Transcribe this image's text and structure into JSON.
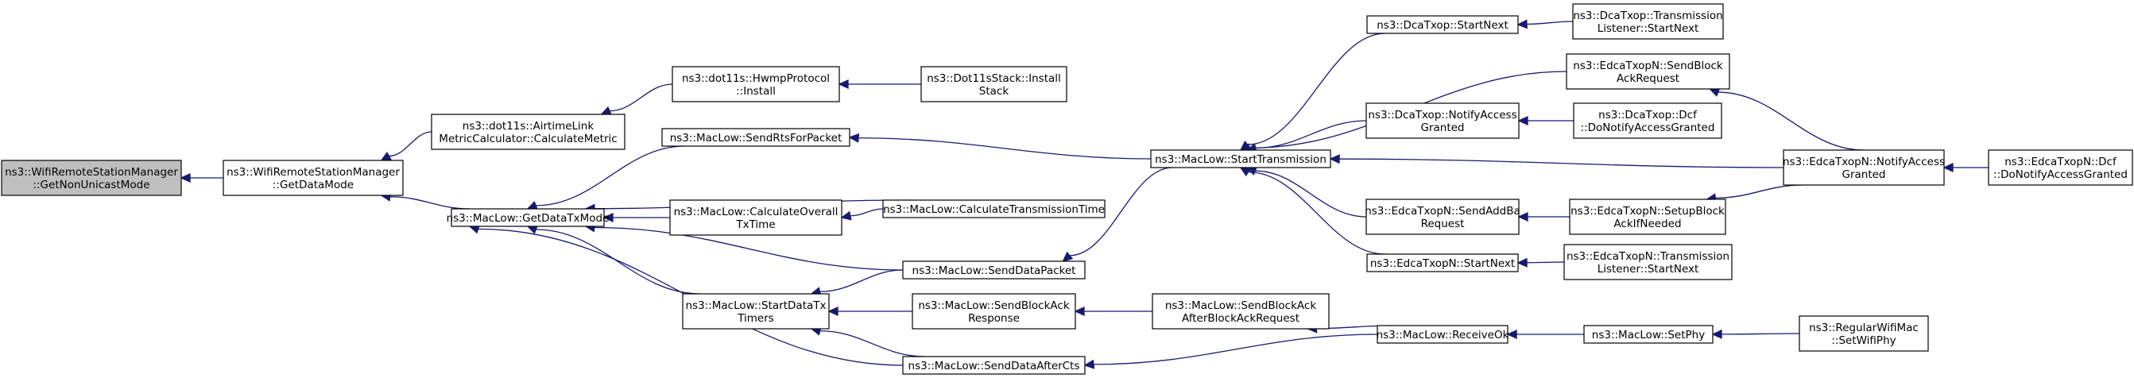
{
  "graph": {
    "colors": {
      "edge": "#191970",
      "root_fill": "#bfbfbf",
      "node_fill": "#ffffff",
      "border": "#000000"
    },
    "nodes": [
      {
        "id": "getNonUnicastMode",
        "lines": [
          "ns3::WifiRemoteStationManager",
          "::GetNonUnicastMode"
        ],
        "root": true
      },
      {
        "id": "getDataMode",
        "lines": [
          "ns3::WifiRemoteStationManager",
          "::GetDataMode"
        ]
      },
      {
        "id": "airtime",
        "lines": [
          "ns3::dot11s::AirtimeLink",
          "MetricCalculator::CalculateMetric"
        ]
      },
      {
        "id": "getDataTxMode",
        "lines": [
          "ns3::MacLow::GetDataTxMode"
        ]
      },
      {
        "id": "hwmpInstall",
        "lines": [
          "ns3::dot11s::HwmpProtocol",
          "::Install"
        ]
      },
      {
        "id": "stackInstall",
        "lines": [
          "ns3::Dot11sStack::Install",
          "Stack"
        ]
      },
      {
        "id": "sendRts",
        "lines": [
          "ns3::MacLow::SendRtsForPacket"
        ]
      },
      {
        "id": "calcOverall",
        "lines": [
          "ns3::MacLow::CalculateOverall",
          "TxTime"
        ]
      },
      {
        "id": "calcTransTime",
        "lines": [
          "ns3::MacLow::CalculateTransmissionTime"
        ]
      },
      {
        "id": "sendDataPacket",
        "lines": [
          "ns3::MacLow::SendDataPacket"
        ]
      },
      {
        "id": "startDataTx",
        "lines": [
          "ns3::MacLow::StartDataTx",
          "Timers"
        ]
      },
      {
        "id": "sendBlockAckResp",
        "lines": [
          "ns3::MacLow::SendBlockAck",
          "Response"
        ]
      },
      {
        "id": "sendDataAfterCts",
        "lines": [
          "ns3::MacLow::SendDataAfterCts"
        ]
      },
      {
        "id": "startTransmission",
        "lines": [
          "ns3::MacLow::StartTransmission"
        ]
      },
      {
        "id": "sendBlockAckAfter",
        "lines": [
          "ns3::MacLow::SendBlockAck",
          "AfterBlockAckRequest"
        ]
      },
      {
        "id": "dcaStartNext",
        "lines": [
          "ns3::DcaTxop::StartNext"
        ]
      },
      {
        "id": "edcaSendBlockAckReq",
        "lines": [
          "ns3::EdcaTxopN::SendBlock",
          "AckRequest"
        ]
      },
      {
        "id": "dcaNotify",
        "lines": [
          "ns3::DcaTxop::NotifyAccess",
          "Granted"
        ]
      },
      {
        "id": "edcaSendAddBa",
        "lines": [
          "ns3::EdcaTxopN::SendAddBa",
          "Request"
        ]
      },
      {
        "id": "edcaStartNext",
        "lines": [
          "ns3::EdcaTxopN::StartNext"
        ]
      },
      {
        "id": "receiveOk",
        "lines": [
          "ns3::MacLow::ReceiveOk"
        ]
      },
      {
        "id": "dcaTransListener",
        "lines": [
          "ns3::DcaTxop::Transmission",
          "Listener::StartNext"
        ]
      },
      {
        "id": "dcaDcfNotify",
        "lines": [
          "ns3::DcaTxop::Dcf",
          "::DoNotifyAccessGranted"
        ]
      },
      {
        "id": "edcaSetupBlockAck",
        "lines": [
          "ns3::EdcaTxopN::SetupBlock",
          "AckIfNeeded"
        ]
      },
      {
        "id": "edcaTransListener",
        "lines": [
          "ns3::EdcaTxopN::Transmission",
          "Listener::StartNext"
        ]
      },
      {
        "id": "setPhy",
        "lines": [
          "ns3::MacLow::SetPhy"
        ]
      },
      {
        "id": "edcaNotify",
        "lines": [
          "ns3::EdcaTxopN::NotifyAccess",
          "Granted"
        ]
      },
      {
        "id": "regularSetPhy",
        "lines": [
          "ns3::RegularWifiMac",
          "::SetWifiPhy"
        ]
      },
      {
        "id": "edcaDcfNotify",
        "lines": [
          "ns3::EdcaTxopN::Dcf",
          "::DoNotifyAccessGranted"
        ]
      }
    ],
    "edges": [
      [
        "getDataMode",
        "getNonUnicastMode"
      ],
      [
        "airtime",
        "getDataMode"
      ],
      [
        "getDataTxMode",
        "getDataMode"
      ],
      [
        "hwmpInstall",
        "airtime"
      ],
      [
        "stackInstall",
        "hwmpInstall"
      ],
      [
        "sendRts",
        "getDataTxMode"
      ],
      [
        "calcOverall",
        "getDataTxMode"
      ],
      [
        "calcTransTime",
        "getDataTxMode"
      ],
      [
        "sendDataPacket",
        "getDataTxMode"
      ],
      [
        "startDataTx",
        "getDataTxMode"
      ],
      [
        "sendDataAfterCts",
        "getDataTxMode"
      ],
      [
        "calcTransTime",
        "calcOverall"
      ],
      [
        "sendDataPacket",
        "startDataTx"
      ],
      [
        "sendBlockAckResp",
        "startDataTx"
      ],
      [
        "sendDataAfterCts",
        "startDataTx"
      ],
      [
        "startTransmission",
        "sendRts"
      ],
      [
        "startTransmission",
        "sendDataPacket"
      ],
      [
        "sendBlockAckAfter",
        "sendBlockAckResp"
      ],
      [
        "receiveOk",
        "sendBlockAckAfter"
      ],
      [
        "receiveOk",
        "sendDataAfterCts"
      ],
      [
        "dcaStartNext",
        "startTransmission"
      ],
      [
        "edcaSendBlockAckReq",
        "startTransmission"
      ],
      [
        "dcaNotify",
        "startTransmission"
      ],
      [
        "edcaNotify",
        "startTransmission"
      ],
      [
        "edcaSendAddBa",
        "startTransmission"
      ],
      [
        "edcaStartNext",
        "startTransmission"
      ],
      [
        "dcaTransListener",
        "dcaStartNext"
      ],
      [
        "edcaNotify",
        "edcaSendBlockAckReq"
      ],
      [
        "dcaDcfNotify",
        "dcaNotify"
      ],
      [
        "edcaSetupBlockAck",
        "edcaSendAddBa"
      ],
      [
        "edcaTransListener",
        "edcaStartNext"
      ],
      [
        "setPhy",
        "receiveOk"
      ],
      [
        "edcaNotify",
        "edcaSetupBlockAck"
      ],
      [
        "regularSetPhy",
        "setPhy"
      ],
      [
        "edcaDcfNotify",
        "edcaNotify"
      ]
    ]
  }
}
